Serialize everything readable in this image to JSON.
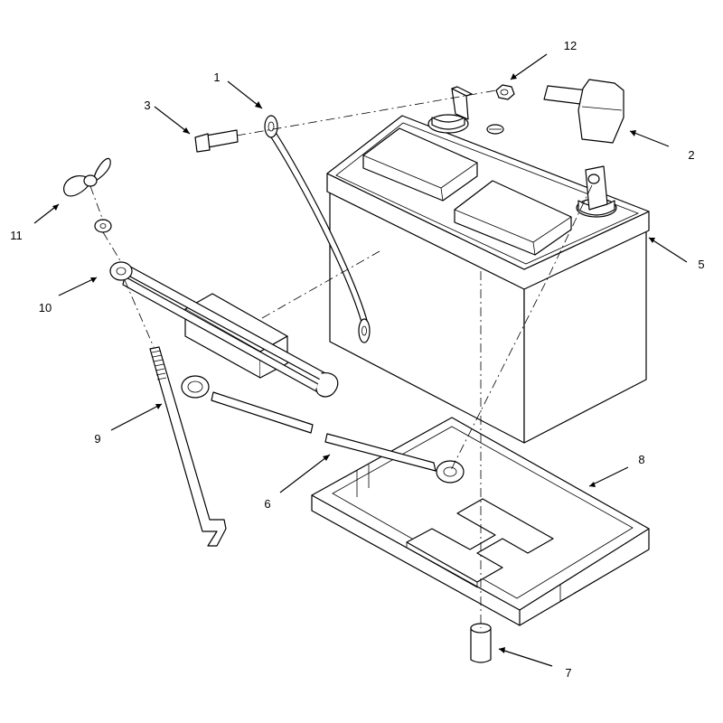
{
  "callouts": {
    "c1": "1",
    "c2": "2",
    "c3": "3",
    "c5": "5",
    "c6": "6",
    "c7": "7",
    "c8": "8",
    "c9": "9",
    "c10": "10",
    "c11": "11",
    "c12": "12"
  },
  "colors": {
    "line": "#000000",
    "background": "#ffffff"
  }
}
